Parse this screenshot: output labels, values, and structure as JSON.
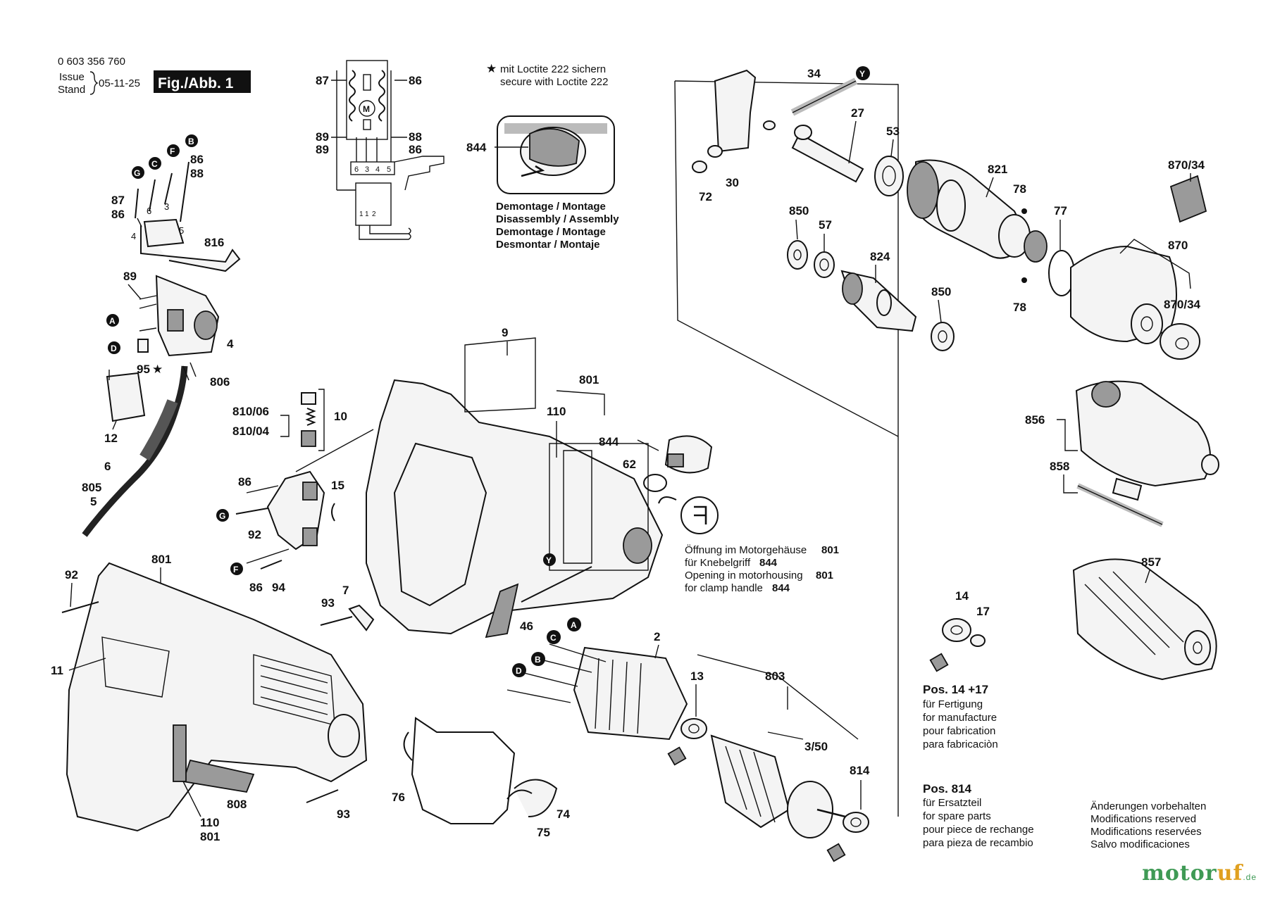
{
  "header": {
    "part_number": "0 603 356 760",
    "issue_label": "Issue",
    "stand_label": "Stand",
    "date": "05-11-25",
    "figure_label": "Fig./Abb. 1"
  },
  "notes": {
    "loctite_line1": "mit Loctite 222 sichern",
    "loctite_line2": "secure with Loctite 222",
    "loctite_star": "★",
    "assembly_lines": [
      "Demontage / Montage",
      "Disassembly / Assembly",
      "Demontage / Montage",
      "Desmontar / Montaje"
    ],
    "opening_line1": "Öffnung im Motorgehäuse",
    "opening_line1_part": "801",
    "opening_line2": "für Knebelgriff",
    "opening_line2_part": "844",
    "opening_line3": "Opening in motorhousing",
    "opening_line3_part": "801",
    "opening_line4": "for clamp handle",
    "opening_line4_part": "844",
    "pos1417_title": "Pos. 14 +17",
    "pos1417_lines": [
      "für Fertigung",
      "for manufacture",
      "pour fabrication",
      "para fabricaciòn"
    ],
    "pos814_title": "Pos. 814",
    "pos814_lines": [
      "für Ersatzteil",
      "for spare parts",
      "pour piece de rechange",
      "para pieza de recambio"
    ],
    "modifications": [
      "Änderungen vorbehalten",
      "Modifications reserved",
      "Modifications reservées",
      "Salvo modificaciones"
    ]
  },
  "wiring": {
    "terminal_labels": [
      "6",
      "3",
      "4",
      "5"
    ],
    "switch_labels": [
      "1",
      "1",
      "2"
    ],
    "motor_label": "M"
  },
  "callouts": {
    "c_87a": "87",
    "c_86a": "86",
    "c_89a": "89",
    "c_89b": "89",
    "c_88a": "88",
    "c_86b": "86",
    "c_844a": "844",
    "c_86c": "86",
    "c_88b": "88",
    "c_87b": "87",
    "c_86d": "86",
    "c_816": "816",
    "c_89c": "89",
    "c_4": "4",
    "c_95": "95",
    "c_95star": "★",
    "c_806": "806",
    "c_12": "12",
    "c_6": "6",
    "c_805": "805",
    "c_5": "5",
    "c_810_06": "810/06",
    "c_810_04": "810/04",
    "c_10": "10",
    "c_86e": "86",
    "c_15": "15",
    "c_92a": "92",
    "c_86f": "86",
    "c_94": "94",
    "c_92b": "92",
    "c_801a": "801",
    "c_11": "11",
    "c_93a": "93",
    "c_7": "7",
    "c_808": "808",
    "c_110a": "110",
    "c_801b": "801",
    "c_93b": "93",
    "c_76": "76",
    "c_74": "74",
    "c_75": "75",
    "c_9": "9",
    "c_801c": "801",
    "c_110b": "110",
    "c_844b": "844",
    "c_62": "62",
    "c_46": "46",
    "c_2": "2",
    "c_13": "13",
    "c_803": "803",
    "c_3_50": "3/50",
    "c_814": "814",
    "c_14": "14",
    "c_17": "17",
    "c_34": "34",
    "c_27": "27",
    "c_53": "53",
    "c_30": "30",
    "c_72": "72",
    "c_850a": "850",
    "c_57": "57",
    "c_824": "824",
    "c_850b": "850",
    "c_821": "821",
    "c_78a": "78",
    "c_78b": "78",
    "c_77": "77",
    "c_870_34a": "870/34",
    "c_870": "870",
    "c_870_34b": "870/34",
    "c_856": "856",
    "c_858": "858",
    "c_857": "857",
    "c_pin_tip": "6",
    "c_pin_3": "3",
    "c_pin_5": "5",
    "c_pin_4": "4"
  },
  "tags": {
    "A": "A",
    "B": "B",
    "C": "C",
    "D": "D",
    "F": "F",
    "G": "G",
    "Y": "Y"
  },
  "brand": {
    "name_a": "motor",
    "name_b": "uf",
    "domain": ".de"
  }
}
